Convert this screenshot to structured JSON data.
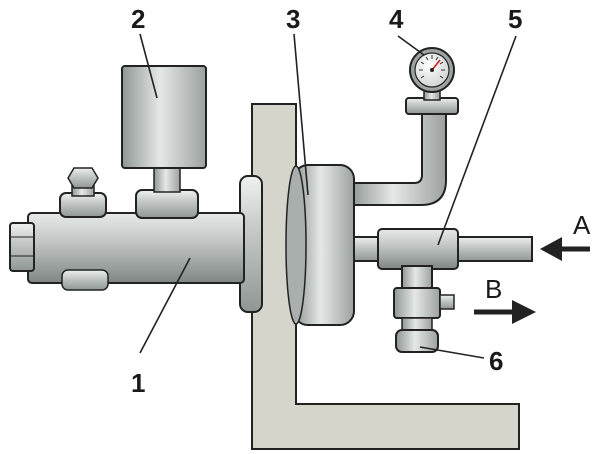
{
  "labels": {
    "master_cylinder": "1",
    "reservoir": "2",
    "servo_booster": "3",
    "pressure_gauge": "4",
    "tee_fitting": "5",
    "bleed_valve": "6"
  },
  "arrows": {
    "inflow": "A",
    "outflow": "B"
  },
  "colors": {
    "metal_light": "#dfe3e2",
    "metal_mid": "#b9bfbd",
    "metal_dark": "#8e9593",
    "bracket": "#d6d5cb",
    "outline": "#222222"
  }
}
